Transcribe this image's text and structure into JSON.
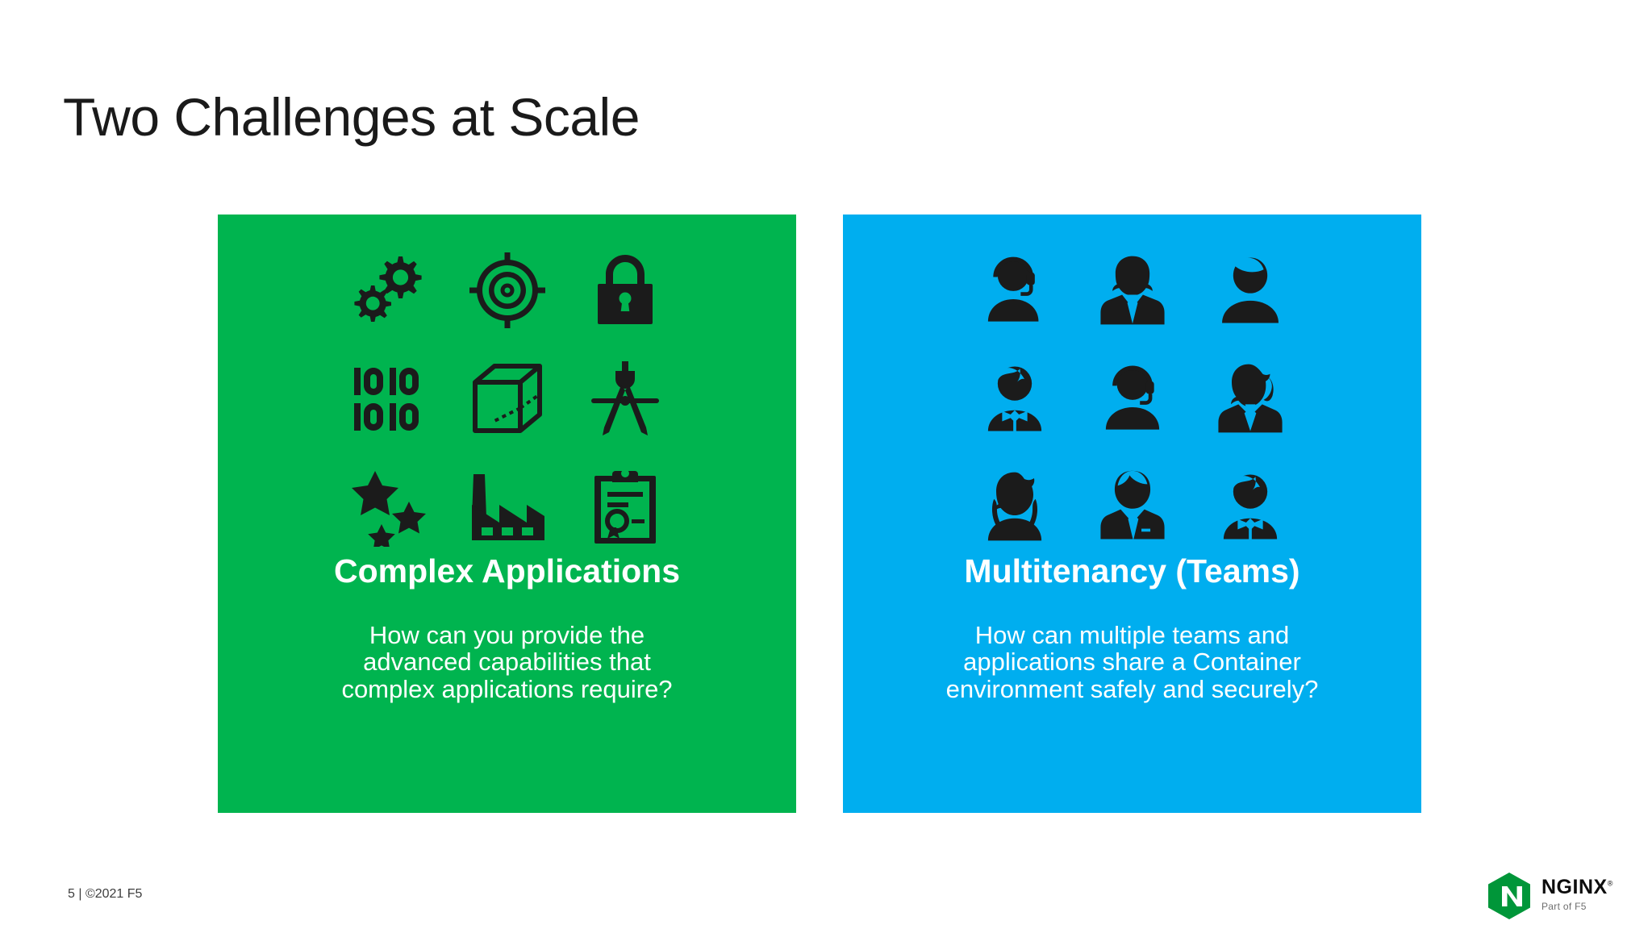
{
  "slide": {
    "title": "Two Challenges at Scale",
    "background_color": "#ffffff",
    "title_color": "#1a1a1a"
  },
  "panels": [
    {
      "id": "complex-applications",
      "heading": "Complex Applications",
      "body_lines": [
        "How can you provide the",
        "advanced capabilities that",
        "complex applications require?"
      ],
      "background_color": "#00b44f",
      "text_color": "#ffffff",
      "icon_color": "#1b1b1b",
      "icons": [
        "gears-icon",
        "target-crosshair-icon",
        "padlock-icon",
        "binary-code-icon",
        "wireframe-cube-icon",
        "drafting-compass-icon",
        "stars-icon",
        "factory-icon",
        "clipboard-certificate-icon"
      ]
    },
    {
      "id": "multitenancy",
      "heading": "Multitenancy (Teams)",
      "body_lines": [
        "How can multiple teams and",
        "applications share a Container",
        "environment safely and securely?"
      ],
      "background_color": "#00aeef",
      "text_color": "#ffffff",
      "icon_color": "#1b1b1b",
      "icons": [
        "person-headset-icon",
        "person-woman-suit-icon",
        "person-man-plain-icon",
        "person-boy-bowtie-icon",
        "person-headset-2-icon",
        "person-woman-ponytail-icon",
        "person-woman-long-hair-icon",
        "person-man-tie-icon",
        "person-boy-bowtie-2-icon"
      ]
    }
  ],
  "footer": {
    "note": "5 | ©2021 F5"
  },
  "logo": {
    "wordmark": "NGINX",
    "registered_mark": "®",
    "tagline": "Part of F5",
    "mark_letter": "N",
    "mark_color": "#009639",
    "mark_letter_color": "#ffffff"
  }
}
